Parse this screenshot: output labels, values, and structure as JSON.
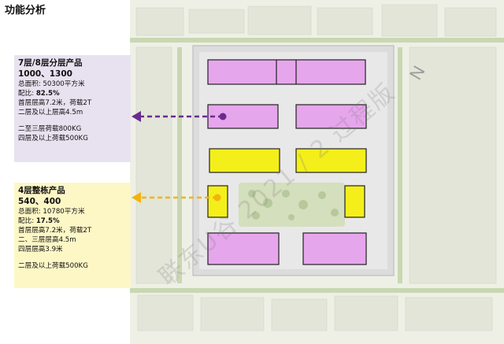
{
  "page_title": "功能分析",
  "multistory_product": {
    "title": "7层/8层分层产品",
    "size_range": "1000、1300",
    "area_label": "总面积:",
    "area_value": "50300平方米",
    "ratio_label": "配比:",
    "ratio_value": "82.5%",
    "specs": [
      "首层层高7.2米，荷载2T",
      "二层及以上层高4.5m"
    ],
    "loads": [
      "二至三层荷载800KG",
      "四层及以上荷载500KG"
    ]
  },
  "fourstory_product": {
    "title": "4层整栋产品",
    "size_range": "540、400",
    "area_label": "总面积:",
    "area_value": "10780平方米",
    "ratio_label": "配比:",
    "ratio_value": "17.5%",
    "specs": [
      "首层层高7.2米，荷载2T",
      "二、三层层高4.5m",
      "四层层高3.9米"
    ],
    "loads": [
      "二层及以上荷载500KG"
    ]
  },
  "compass_label": "N",
  "watermark": "联东U谷 2021 / 2 过程版",
  "colors": {
    "multistory_fill": "#e6a6ec",
    "fourstory_fill": "#f4ef1a",
    "multistory_arrow": "#6a2c91",
    "fourstory_arrow": "#f2b40c",
    "multistory_panel": "#e8e2f0",
    "fourstory_panel": "#fdf7c6"
  }
}
